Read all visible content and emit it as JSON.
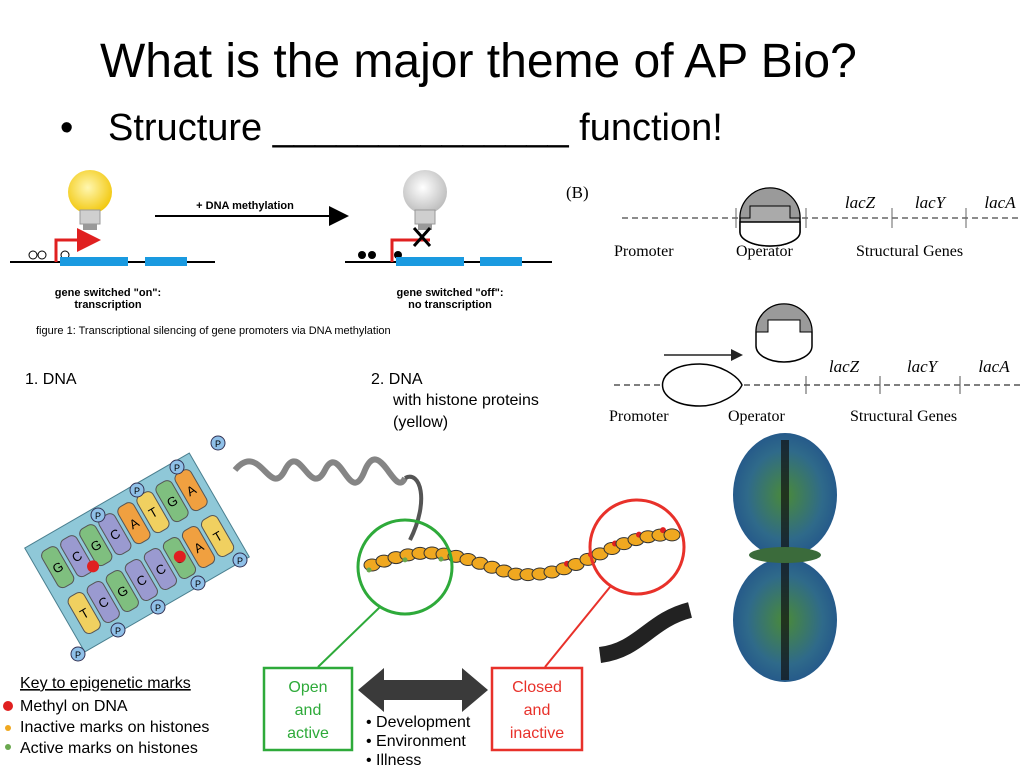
{
  "slide": {
    "title": "What is the major theme of AP Bio?",
    "bullet": "Structure ______________ function!"
  },
  "methylation_figure": {
    "arrow_label": "+ DNA methylation",
    "on_label_1": "gene switched \"on\":",
    "on_label_2": "transcription",
    "off_label_1": "gene switched \"off\":",
    "off_label_2": "no transcription",
    "caption": "figure 1: Transcriptional silencing of gene promoters via DNA methylation"
  },
  "operon_figure": {
    "panel_label": "(B)",
    "genes": [
      "lacZ",
      "lacY",
      "lacA"
    ],
    "promoter": "Promoter",
    "operator": "Operator",
    "structural": "Structural Genes"
  },
  "chromatin_figure": {
    "dna_label": "1. DNA",
    "histone_label_1": "2. DNA",
    "histone_label_2": "with histone proteins",
    "histone_label_3": "(yellow)",
    "key_title": "Key to epigenetic marks",
    "key_items": [
      "Methyl on DNA",
      "Inactive marks on histones",
      "Active marks on histones"
    ],
    "open_1": "Open",
    "open_2": "and",
    "open_3": "active",
    "closed_1": "Closed",
    "closed_2": "and",
    "closed_3": "inactive",
    "factors": [
      "• Development",
      "• Environment",
      "• Illness"
    ],
    "bases": [
      "G",
      "C",
      "G",
      "C",
      "A",
      "T",
      "G",
      "A",
      "T",
      "C",
      "G",
      "C",
      "C",
      "G",
      "A",
      "T"
    ],
    "phosphate": "P"
  },
  "colors": {
    "bulb_on": "#f5d020",
    "bulb_off": "#d8d8d8",
    "gene": "#1a9ae0",
    "promoter_arrow": "#e02020",
    "methyl": "#e02020",
    "histone": "#f0a820",
    "active": "#6aa84f",
    "open_box": "#2eaa3a",
    "closed_box": "#e8312a"
  }
}
